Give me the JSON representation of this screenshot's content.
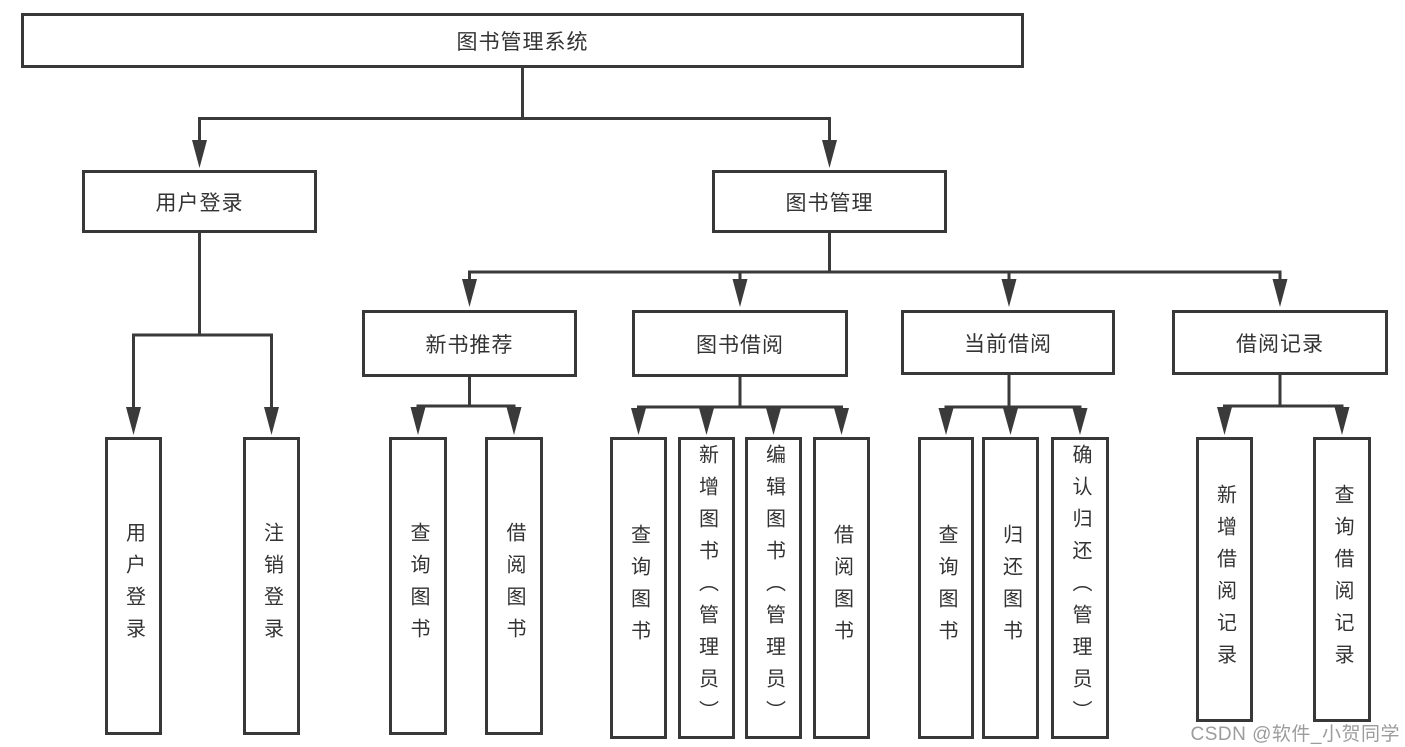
{
  "diagram": {
    "title": "图书管理系统",
    "root": {
      "id": "root",
      "label": "图书管理系统"
    },
    "level2": [
      {
        "id": "user-login",
        "label": "用户登录",
        "parent": "root"
      },
      {
        "id": "book-management",
        "label": "图书管理",
        "parent": "root"
      }
    ],
    "level3": [
      {
        "id": "new-book-recommend",
        "label": "新书推荐",
        "parent": "book-management"
      },
      {
        "id": "book-borrowing",
        "label": "图书借阅",
        "parent": "book-management"
      },
      {
        "id": "current-borrowing",
        "label": "当前借阅",
        "parent": "book-management"
      },
      {
        "id": "borrowing-records",
        "label": "借阅记录",
        "parent": "book-management"
      }
    ],
    "leaves": [
      {
        "id": "leaf-user-login",
        "label": "用户登录",
        "parent": "user-login"
      },
      {
        "id": "leaf-logout",
        "label": "注销登录",
        "parent": "user-login"
      },
      {
        "id": "leaf-query-books-1",
        "label": "查询图书",
        "parent": "new-book-recommend"
      },
      {
        "id": "leaf-borrow-books-1",
        "label": "借阅图书",
        "parent": "new-book-recommend"
      },
      {
        "id": "leaf-query-books-2",
        "label": "查询图书",
        "parent": "book-borrowing"
      },
      {
        "id": "leaf-add-books-admin",
        "label": "新增图书（管理员）",
        "parent": "book-borrowing"
      },
      {
        "id": "leaf-edit-books-admin",
        "label": "编辑图书（管理员）",
        "parent": "book-borrowing"
      },
      {
        "id": "leaf-borrow-books-2",
        "label": "借阅图书",
        "parent": "book-borrowing"
      },
      {
        "id": "leaf-query-books-3",
        "label": "查询图书",
        "parent": "current-borrowing"
      },
      {
        "id": "leaf-return-books",
        "label": "归还图书",
        "parent": "current-borrowing"
      },
      {
        "id": "leaf-confirm-return-admin",
        "label": "确认归还（管理员）",
        "parent": "current-borrowing"
      },
      {
        "id": "leaf-add-borrow-record",
        "label": "新增借阅记录",
        "parent": "borrowing-records"
      },
      {
        "id": "leaf-query-borrow-record",
        "label": "查询借阅记录",
        "parent": "borrowing-records"
      }
    ],
    "watermark": "CSDN @软件_小贺同学",
    "colors": {
      "line": "#3a3a3a",
      "border": "#383838",
      "text": "#333333",
      "background": "#ffffff",
      "watermark": "#9c9c9c"
    }
  }
}
